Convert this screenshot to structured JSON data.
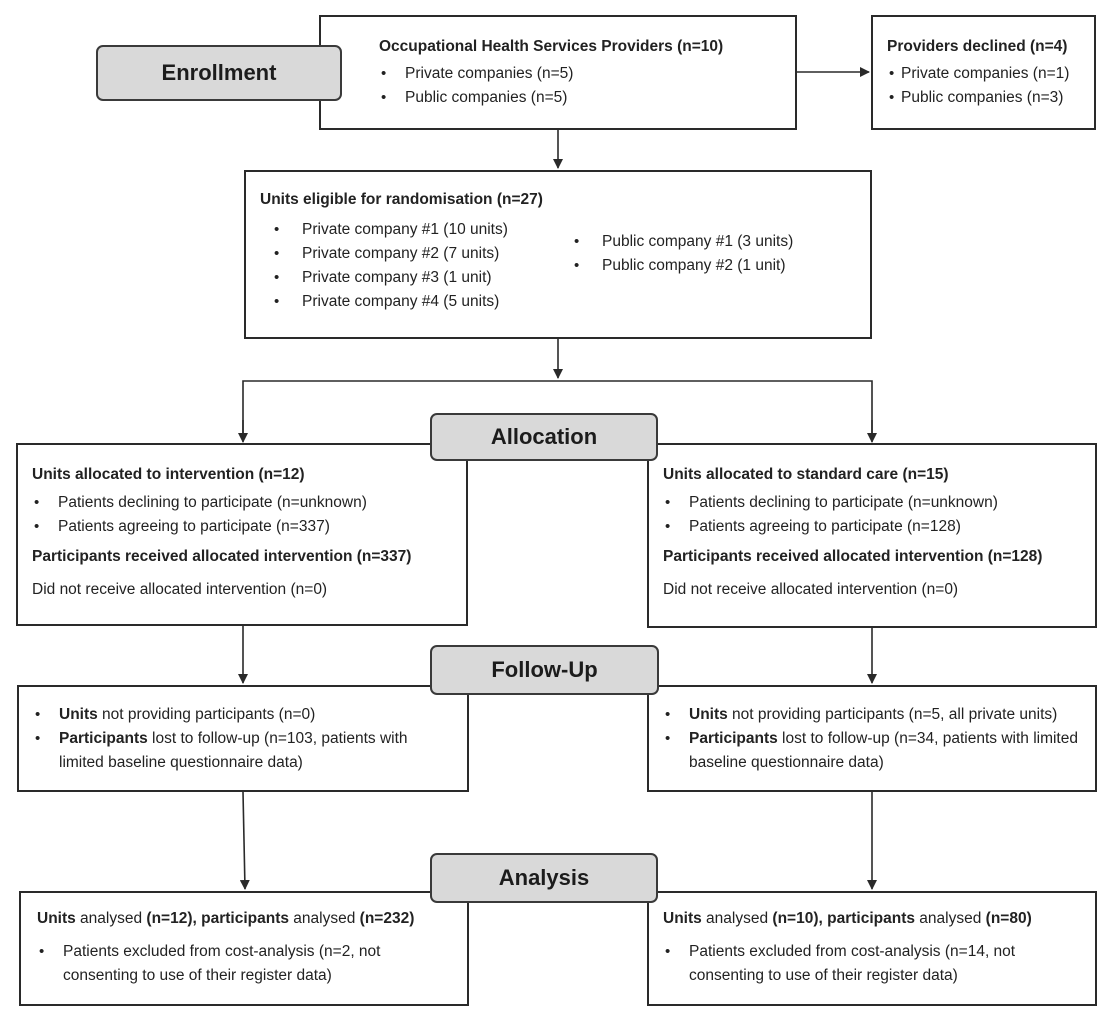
{
  "stages": {
    "enrollment": "Enrollment",
    "allocation": "Allocation",
    "followup": "Follow-Up",
    "analysis": "Analysis"
  },
  "providers": {
    "title": "Occupational Health Services Providers (n=10)",
    "items": [
      "Private companies (n=5)",
      "Public companies (n=5)"
    ]
  },
  "declined": {
    "title": "Providers declined (n=4)",
    "items": [
      "Private companies (n=1)",
      "Public companies (n=3)"
    ]
  },
  "eligible": {
    "title": "Units eligible for randomisation (n=27)",
    "left_items": [
      "Private company #1 (10 units)",
      "Private company #2 (7 units)",
      "Private company #3 (1 unit)",
      "Private company #4 (5 units)"
    ],
    "right_items": [
      "Public company #1 (3 units)",
      "Public company #2 (1 unit)"
    ]
  },
  "alloc_left": {
    "title": "Units allocated to intervention (n=12)",
    "items": [
      "Patients declining to participate (n=unknown)",
      "Patients agreeing to participate (n=337)"
    ],
    "received": "Participants received allocated intervention (n=337)",
    "not_received": "Did not receive allocated intervention (n=0)"
  },
  "alloc_right": {
    "title": "Units allocated to standard care (n=15)",
    "items": [
      "Patients declining to participate (n=unknown)",
      "Patients agreeing to participate (n=128)"
    ],
    "received": "Participants received allocated intervention (n=128)",
    "not_received": "Did not receive allocated intervention (n=0)"
  },
  "follow_left": {
    "units_bold": "Units",
    "units_text": " not providing participants (n=0)",
    "part_bold": "Participants",
    "part_text": " lost to follow-up (n=103, patients with limited baseline questionnaire data)"
  },
  "follow_right": {
    "units_bold": "Units",
    "units_text": " not providing participants (n=5, all private units)",
    "part_bold": "Participants",
    "part_text": " lost to follow-up (n=34, patients with limited baseline questionnaire data)"
  },
  "analysis_left": {
    "units_bold": "Units",
    "analysed_1": " analysed ",
    "n_units": "(n=12),",
    "part_bold": " participants",
    "analysed_2": " analysed ",
    "n_part": "(n=232)",
    "excluded": "Patients excluded from cost-analysis (n=2, not consenting to use of their register data)"
  },
  "analysis_right": {
    "units_bold": "Units",
    "analysed_1": " analysed ",
    "n_units": "(n=10),",
    "part_bold": " participants",
    "analysed_2": " analysed ",
    "n_part": "(n=80)",
    "excluded": "Patients excluded from cost-analysis (n=14, not consenting to use of their register data)"
  },
  "colors": {
    "stage_fill": "#d9d9d9",
    "border": "#2a2a2a",
    "text": "#222222"
  }
}
